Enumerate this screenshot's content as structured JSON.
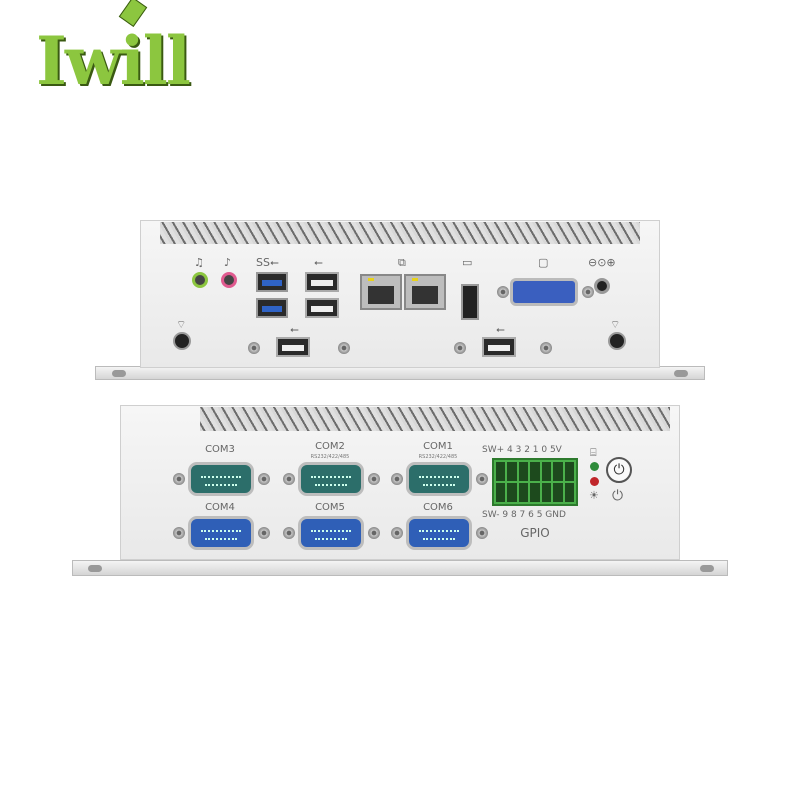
{
  "brand": {
    "logo_text": "Iwill",
    "color": "#8cc63f"
  },
  "rear_panel": {
    "icons": [
      "headphone-icon",
      "microphone-icon",
      "usb3-icon",
      "usb-icon",
      "network-icon",
      "hdmi-icon",
      "vga-icon",
      "dc-power-icon",
      "wifi-icon"
    ],
    "usb3_label": "SS",
    "colors": {
      "headphone": "#8cc63f",
      "mic": "#e05a8f",
      "usb3": "#2f63c6",
      "vga": "#3a5fbf"
    }
  },
  "front_panel": {
    "com_ports": [
      {
        "label": "COM3",
        "sub": "",
        "color": "#2c6e6a"
      },
      {
        "label": "COM2",
        "sub": "RS232/422/485",
        "color": "#2c6e6a"
      },
      {
        "label": "COM1",
        "sub": "RS232/422/485",
        "color": "#2c6e6a"
      },
      {
        "label": "COM4",
        "sub": "",
        "color": "#2f5fb7"
      },
      {
        "label": "COM5",
        "sub": "",
        "color": "#2f5fb7"
      },
      {
        "label": "COM6",
        "sub": "",
        "color": "#2f5fb7"
      }
    ],
    "gpio": {
      "top_pins": "SW+ 4 3 2 1 0 5V",
      "bottom_pins": "SW- 9 8 7 6 5 GND",
      "label": "GPIO",
      "color": "#4bb04b"
    },
    "leds": {
      "hdd": "#2e8b3a",
      "power": "#c0262a"
    }
  }
}
